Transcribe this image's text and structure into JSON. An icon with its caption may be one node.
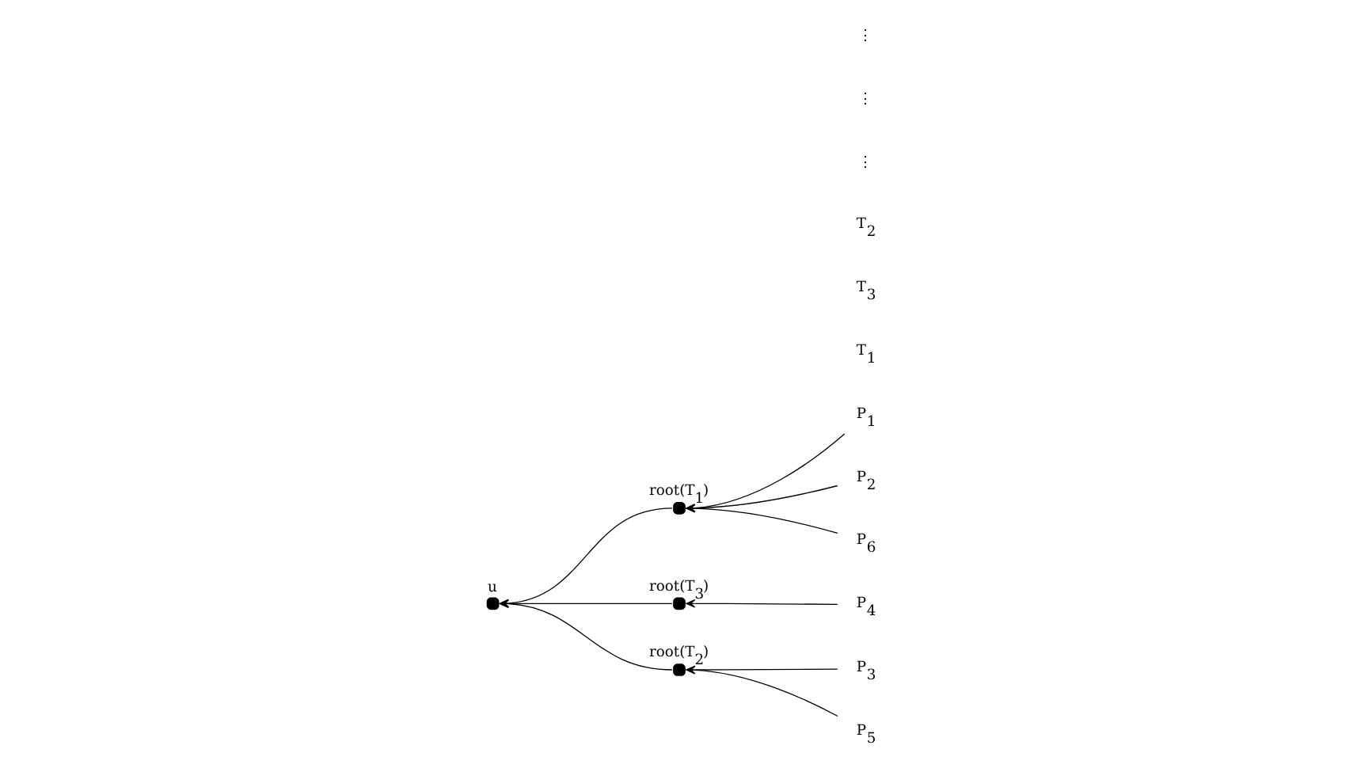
{
  "diagram": {
    "nodes": [
      {
        "text": [],
        "shape": "circle",
        "beside": [
          "u"
        ]
      },
      {
        "text": [],
        "shape": "circle",
        "beside": [
          "root(T$_{1}$)"
        ]
      },
      {
        "text": [],
        "shape": "circle",
        "beside": [
          "root(T$_{3}$)"
        ]
      },
      {
        "text": [],
        "shape": "circle",
        "beside": [
          "root(T$_{2}$)"
        ]
      },
      {
        "text": [
          "P$_{1}$"
        ]
      },
      {
        "text": [
          "P$_{2}$"
        ]
      },
      {
        "text": [
          "P$_{6}$"
        ]
      },
      {
        "text": [
          "P$_{4}$"
        ]
      },
      {
        "text": [
          "P$_{3}$"
        ]
      },
      {
        "text": [
          "P$_{5}$"
        ]
      }
    ],
    "edges": [
      {
        "from": 1,
        "to": 0,
        "arrow": "to"
      },
      {
        "from": 2,
        "to": 0,
        "arrow": "to"
      },
      {
        "from": 3,
        "to": 0,
        "arrow": "to"
      },
      {
        "from": 4,
        "to": 1,
        "arrow": "to"
      },
      {
        "from": 5,
        "to": 1,
        "arrow": "to"
      },
      {
        "from": 6,
        "to": 1,
        "arrow": "to"
      },
      {
        "from": 7,
        "to": 2,
        "arrow": "to"
      },
      {
        "from": 8,
        "to": 3,
        "arrow": "to"
      },
      {
        "from": 9,
        "to": 3,
        "arrow": "to"
      }
    ],
    "labels": [
      "T$_{1}$",
      "T$_{3}$",
      "T$_{2}$",
      "⋮",
      "⋮",
      "⋮"
    ]
  }
}
